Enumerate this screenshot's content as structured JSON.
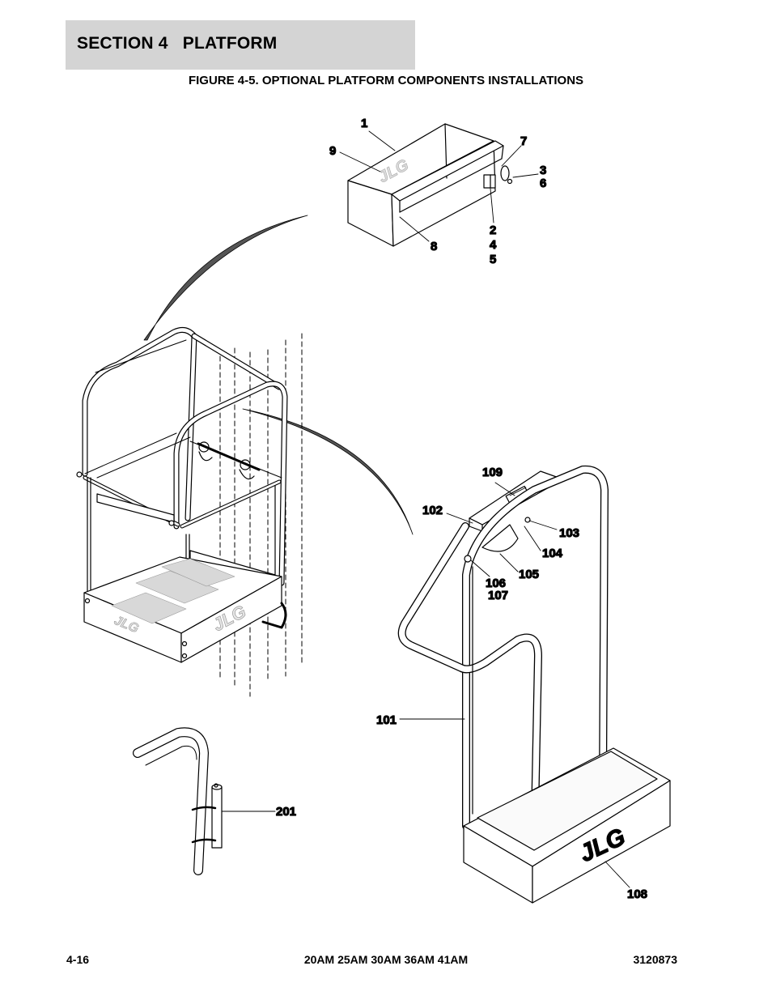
{
  "header": {
    "section_title": "SECTION 4   PLATFORM"
  },
  "figure": {
    "title": "FIGURE 4-5. OPTIONAL PLATFORM COMPONENTS INSTALLATIONS"
  },
  "callouts": {
    "c1": "1",
    "c9": "9",
    "c7": "7",
    "c3": "3",
    "c6": "6",
    "c8": "8",
    "c2": "2",
    "c4": "4",
    "c5": "5",
    "c109": "109",
    "c102": "102",
    "c103": "103",
    "c104": "104",
    "c105": "105",
    "c106": "106",
    "c107": "107",
    "c101": "101",
    "c201": "201",
    "c108": "108"
  },
  "logos": {
    "brand": "JLG"
  },
  "footer": {
    "page_number": "4-16",
    "models": "20AM 25AM 30AM 36AM 41AM",
    "doc_number": "3120873"
  }
}
